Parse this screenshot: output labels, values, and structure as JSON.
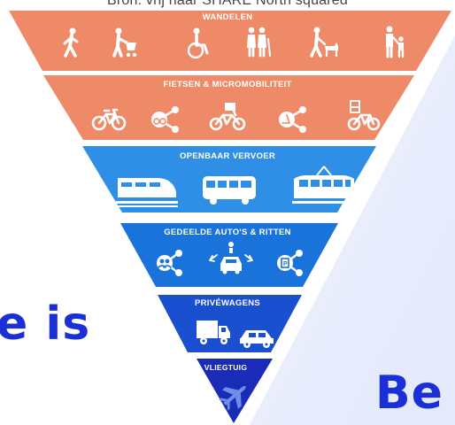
{
  "source_text": "Bron: vrij naar SHARE North squared",
  "tiers": [
    {
      "label": "WANDELEN",
      "color": "#ee8a68",
      "icons": [
        "walking-person-icon",
        "person-with-stroller-icon",
        "wheelchair-icon",
        "elderly-couple-icon",
        "person-walking-dog-icon",
        "parent-with-child-icon"
      ]
    },
    {
      "label": "FIETSEN & MICROMOBILITEIT",
      "color": "#ee8a68",
      "icons": [
        "bicycle-icon",
        "shared-bike-icon",
        "cargo-bike-icon",
        "shared-scooter-icon",
        "e-bike-icon"
      ]
    },
    {
      "label": "OPENBAAR VERVOER",
      "color": "#2f8fe6",
      "icons": [
        "train-icon",
        "bus-icon",
        "tram-icon"
      ]
    },
    {
      "label": "GEDEELDE AUTO'S & RITTEN",
      "color": "#1a73da",
      "icons": [
        "carpool-share-icon",
        "ride-hailing-icon",
        "car-share-icon"
      ]
    },
    {
      "label": "PRIVÉWAGENS",
      "color": "#1a4fcf",
      "icons": [
        "truck-icon",
        "car-icon"
      ]
    },
    {
      "label": "VLIEGTUIG",
      "color": "#1a2bb8",
      "icons": [
        "airplane-icon"
      ]
    }
  ],
  "left_text": "e is",
  "right_text": "Be",
  "accent_color": "#1a2fd6"
}
